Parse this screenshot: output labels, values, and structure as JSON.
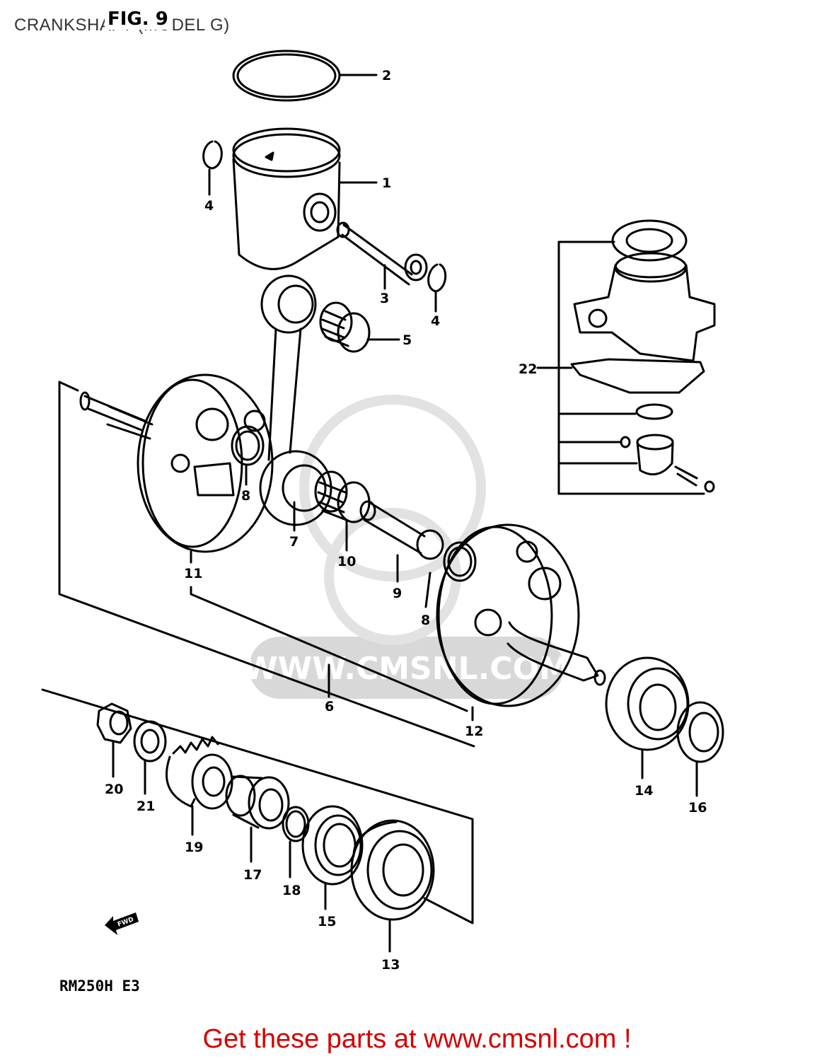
{
  "header": {
    "title": "CRANKSHAFT (MODEL G)",
    "figure": "FIG. 9"
  },
  "footer": {
    "model_code": "RM250H E3",
    "cta": "Get these parts at www.cmsnl.com !"
  },
  "watermark": {
    "text": "WWW.CMSNL.COM"
  },
  "arrow": {
    "label": "FWD"
  },
  "colors": {
    "cta": "#d40000",
    "line": "#000000",
    "watermark": "#d8d8d8"
  },
  "callouts": [
    {
      "id": "1"
    },
    {
      "id": "2"
    },
    {
      "id": "3"
    },
    {
      "id": "4a",
      "text": "4"
    },
    {
      "id": "4b",
      "text": "4"
    },
    {
      "id": "5"
    },
    {
      "id": "6"
    },
    {
      "id": "7"
    },
    {
      "id": "8a",
      "text": "8"
    },
    {
      "id": "8b",
      "text": "8"
    },
    {
      "id": "9"
    },
    {
      "id": "10"
    },
    {
      "id": "11"
    },
    {
      "id": "12"
    },
    {
      "id": "13"
    },
    {
      "id": "14"
    },
    {
      "id": "15"
    },
    {
      "id": "16"
    },
    {
      "id": "17"
    },
    {
      "id": "18"
    },
    {
      "id": "19"
    },
    {
      "id": "20"
    },
    {
      "id": "21"
    },
    {
      "id": "22"
    }
  ]
}
